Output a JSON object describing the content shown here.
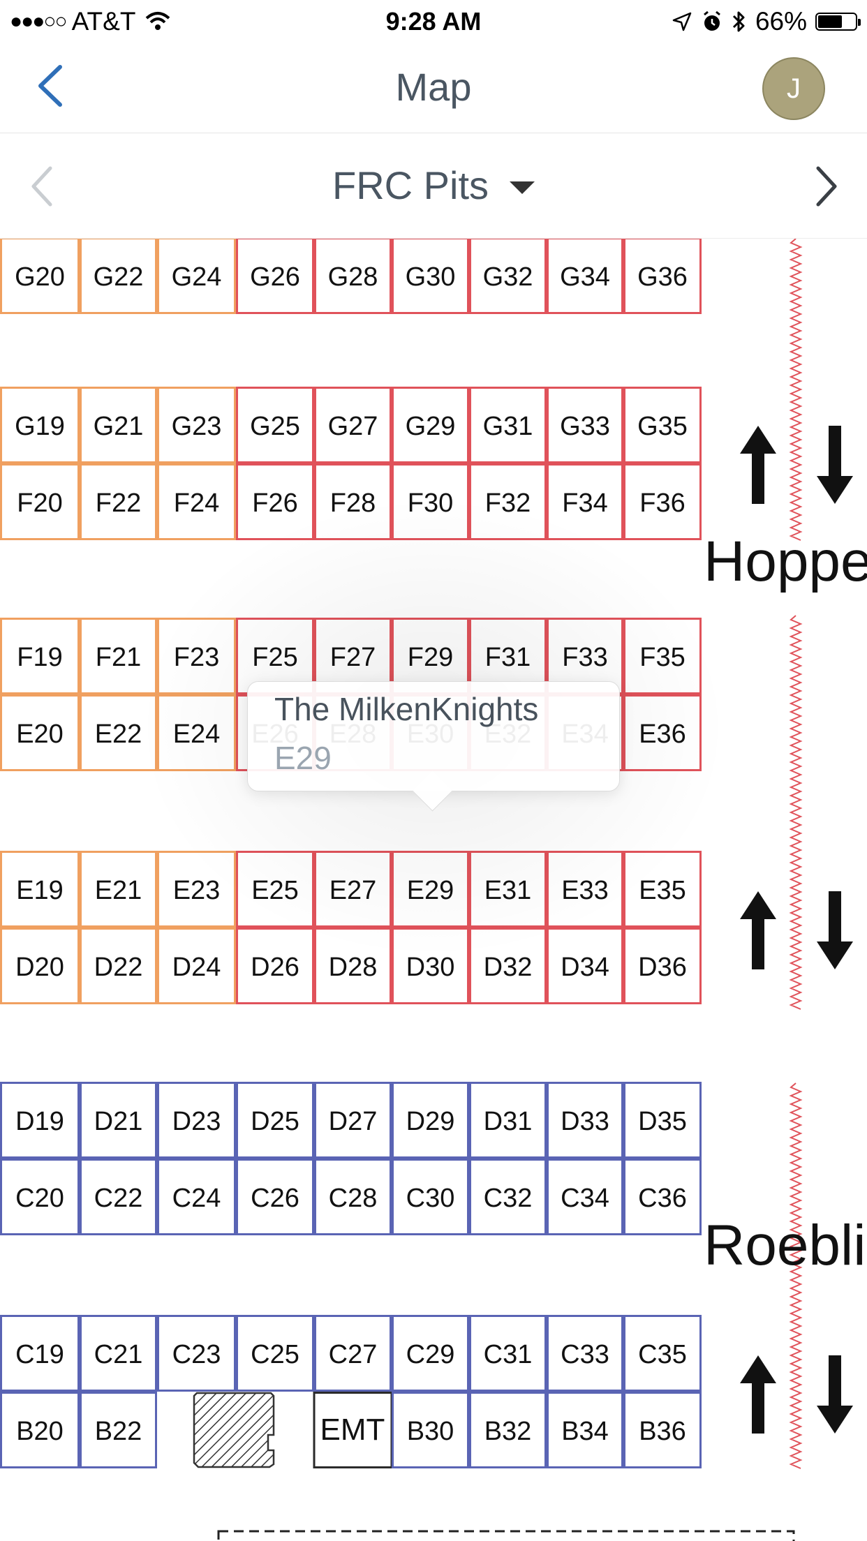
{
  "status_bar": {
    "signal_dots": "●●●○○",
    "carrier": "AT&T",
    "time": "9:28 AM",
    "battery_text": "66%",
    "battery_level": 0.66
  },
  "nav": {
    "title": "Map",
    "avatar_initial": "J"
  },
  "map_selector": {
    "selected": "FRC Pits"
  },
  "map": {
    "colors": {
      "orange": "#f0a060",
      "red": "#e0525a",
      "blue": "#5a64b4",
      "black": "#2a2a2a"
    },
    "rows": [
      {
        "label_color": "orange",
        "cells": [
          "G20",
          "G22",
          "G24"
        ],
        "red_cells": [
          "G26",
          "G28",
          "G30",
          "G32",
          "G34",
          "G36"
        ]
      },
      {
        "cells": [
          "G19",
          "G21",
          "G23"
        ],
        "red_cells": [
          "G25",
          "G27",
          "G29",
          "G31",
          "G33",
          "G35"
        ]
      },
      {
        "cells": [
          "F20",
          "F22",
          "F24"
        ],
        "red_cells": [
          "F26",
          "F28",
          "F30",
          "F32",
          "F34",
          "F36"
        ]
      },
      {
        "cells": [
          "F19",
          "F21",
          "F23"
        ],
        "red_cells": [
          "F25",
          "F27",
          "F29",
          "F31",
          "F33",
          "F35"
        ]
      },
      {
        "cells": [
          "E20",
          "E22",
          "E24"
        ],
        "red_cells": [
          "E26",
          "E28",
          "E30",
          "E32",
          "E34",
          "E36"
        ]
      },
      {
        "cells": [
          "E19",
          "E21",
          "E23"
        ],
        "red_cells": [
          "E25",
          "E27",
          "E29",
          "E31",
          "E33",
          "E35"
        ]
      },
      {
        "cells": [
          "D20",
          "D22",
          "D24"
        ],
        "red_cells": [
          "D26",
          "D28",
          "D30",
          "D32",
          "D34",
          "D36"
        ]
      },
      {
        "blue_cells": [
          "D19",
          "D21",
          "D23",
          "D25",
          "D27",
          "D29",
          "D31",
          "D33",
          "D35"
        ]
      },
      {
        "blue_cells": [
          "C20",
          "C22",
          "C24",
          "C26",
          "C28",
          "C30",
          "C32",
          "C34",
          "C36"
        ]
      },
      {
        "blue_cells": [
          "C19",
          "C21",
          "C23",
          "C25",
          "C27",
          "C29",
          "C31",
          "C33",
          "C35"
        ]
      },
      {
        "blue_cells": [
          "B20",
          "B22",
          "",
          "EMT",
          "B30",
          "B32",
          "B34",
          "B36"
        ]
      }
    ],
    "hall_labels": [
      "Hoppe",
      "Roebli"
    ]
  },
  "popup": {
    "team": "The MilkenKnights",
    "pit": "E29"
  }
}
